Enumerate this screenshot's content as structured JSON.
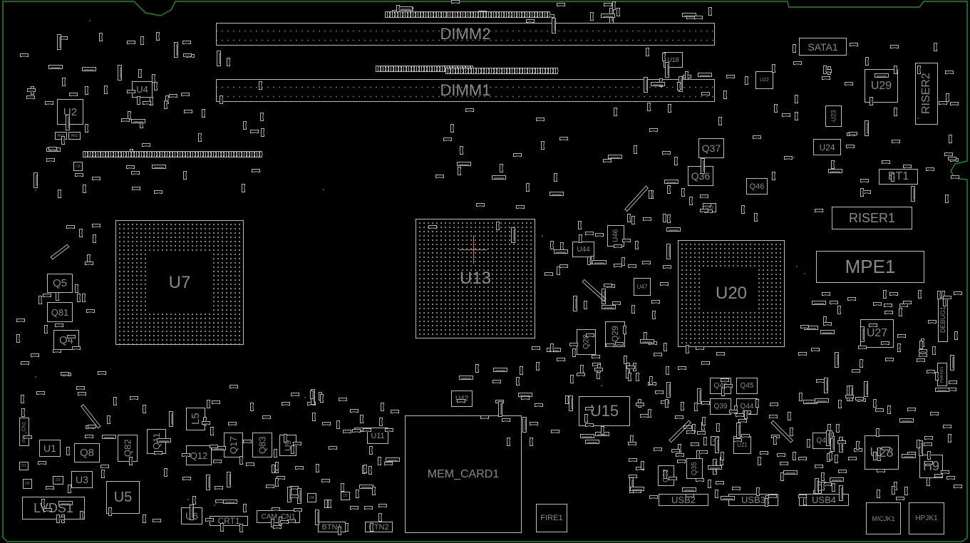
{
  "board": {
    "outline_color": "#1f8a1f",
    "component_color": "#bdbdbd",
    "label_color": "#8a8a8a",
    "background": "#000000",
    "cursor_marker_color": "#c76b7a"
  },
  "components": {
    "dimm2": "DIMM2",
    "dimm1": "DIMM1",
    "sata1": "SATA1",
    "riser2": "RISER2",
    "riser1": "RISER1",
    "mpe1": "MPE1",
    "bt1": "BT1",
    "debug1": "DEBUG1",
    "pwrsw1": "PWRSW1",
    "u2": "U2",
    "u4": "U4",
    "u7": "U7",
    "u13": "U13",
    "u18": "U18",
    "u20": "U20",
    "u22": "U22",
    "u23": "U23",
    "u24": "U24",
    "u29": "U29",
    "u27": "U27",
    "u28": "U28",
    "u21": "U21",
    "u44": "U44",
    "u46": "U46",
    "u47": "U47",
    "u42": "U42",
    "u43": "U43",
    "u15": "U15",
    "u11": "U11",
    "u1": "U1",
    "u3": "U3",
    "u5": "U5",
    "u6": "U6",
    "u9": "U9",
    "q5": "Q5",
    "q81": "Q81",
    "q4": "Q4",
    "q8": "Q8",
    "q82": "Q82",
    "q11": "Q11",
    "q12": "Q12",
    "q17": "Q17",
    "q83": "Q83",
    "q28": "Q28",
    "q29": "Q29",
    "q36": "Q36",
    "q37": "Q37",
    "q46": "Q46",
    "q40": "Q40",
    "q45": "Q45",
    "q39": "Q39",
    "q44": "Q44",
    "q49": "Q49",
    "q32": "Q32",
    "q35": "Q35",
    "l5": "L5",
    "h9": "H9",
    "lvds1": "LVDS1",
    "inv_cn1": "INV_CN1",
    "crt1": "CRT1",
    "cam_cn1": "CAM_CN1",
    "btn1": "BTN1",
    "btn2": "BTN2",
    "mem_card1": "MEM_CARD1",
    "fire1": "FIRE1",
    "usb2": "USB2",
    "usb3": "USB3",
    "usb4": "USB4",
    "micjk1": "MICJK1",
    "hpjk1": "HPJK1",
    "d1": "D1",
    "d3": "D3",
    "d4": "D4",
    "d5": "D5",
    "d8": "D8",
    "d9": "D9",
    "rn1": "RN1",
    "rn2": "RN2",
    "c8": "C8"
  }
}
